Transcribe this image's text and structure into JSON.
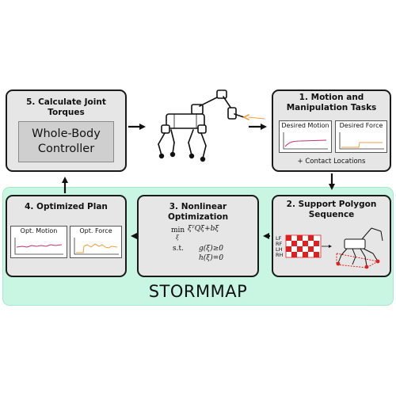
{
  "box5": {
    "title": "5. Calculate Joint Torques",
    "inner_line1": "Whole-Body",
    "inner_line2": "Controller"
  },
  "box1": {
    "title_line1": "1. Motion and",
    "title_line2": "Manipulation Tasks",
    "plot_motion_label": "Desired Motion",
    "plot_force_label": "Desired Force",
    "footer": "+ Contact Locations"
  },
  "box2": {
    "title_line1": "2. Support Polygon",
    "title_line2": "Sequence",
    "legs": [
      "LF",
      "RF",
      "LH",
      "RH"
    ]
  },
  "box3": {
    "title": "3. Nonlinear Optimization",
    "min_label": "min",
    "min_sub": "ξ",
    "objective": "ξᵀQξ+bξ",
    "st_label": "s.t.",
    "constraint_1": "g(ξ)≥0",
    "constraint_2": "h(ξ)=0"
  },
  "box4": {
    "title": "4. Optimized Plan",
    "plot_motion_label": "Opt. Motion",
    "plot_force_label": "Opt. Force"
  },
  "region_label": "STORMMAP",
  "colors": {
    "region_fill": "#c9f6e2",
    "box_fill": "#e6e6e6",
    "motion_line": "#c0307a",
    "force_line": "#f0a040",
    "contact_red": "#e02020"
  }
}
